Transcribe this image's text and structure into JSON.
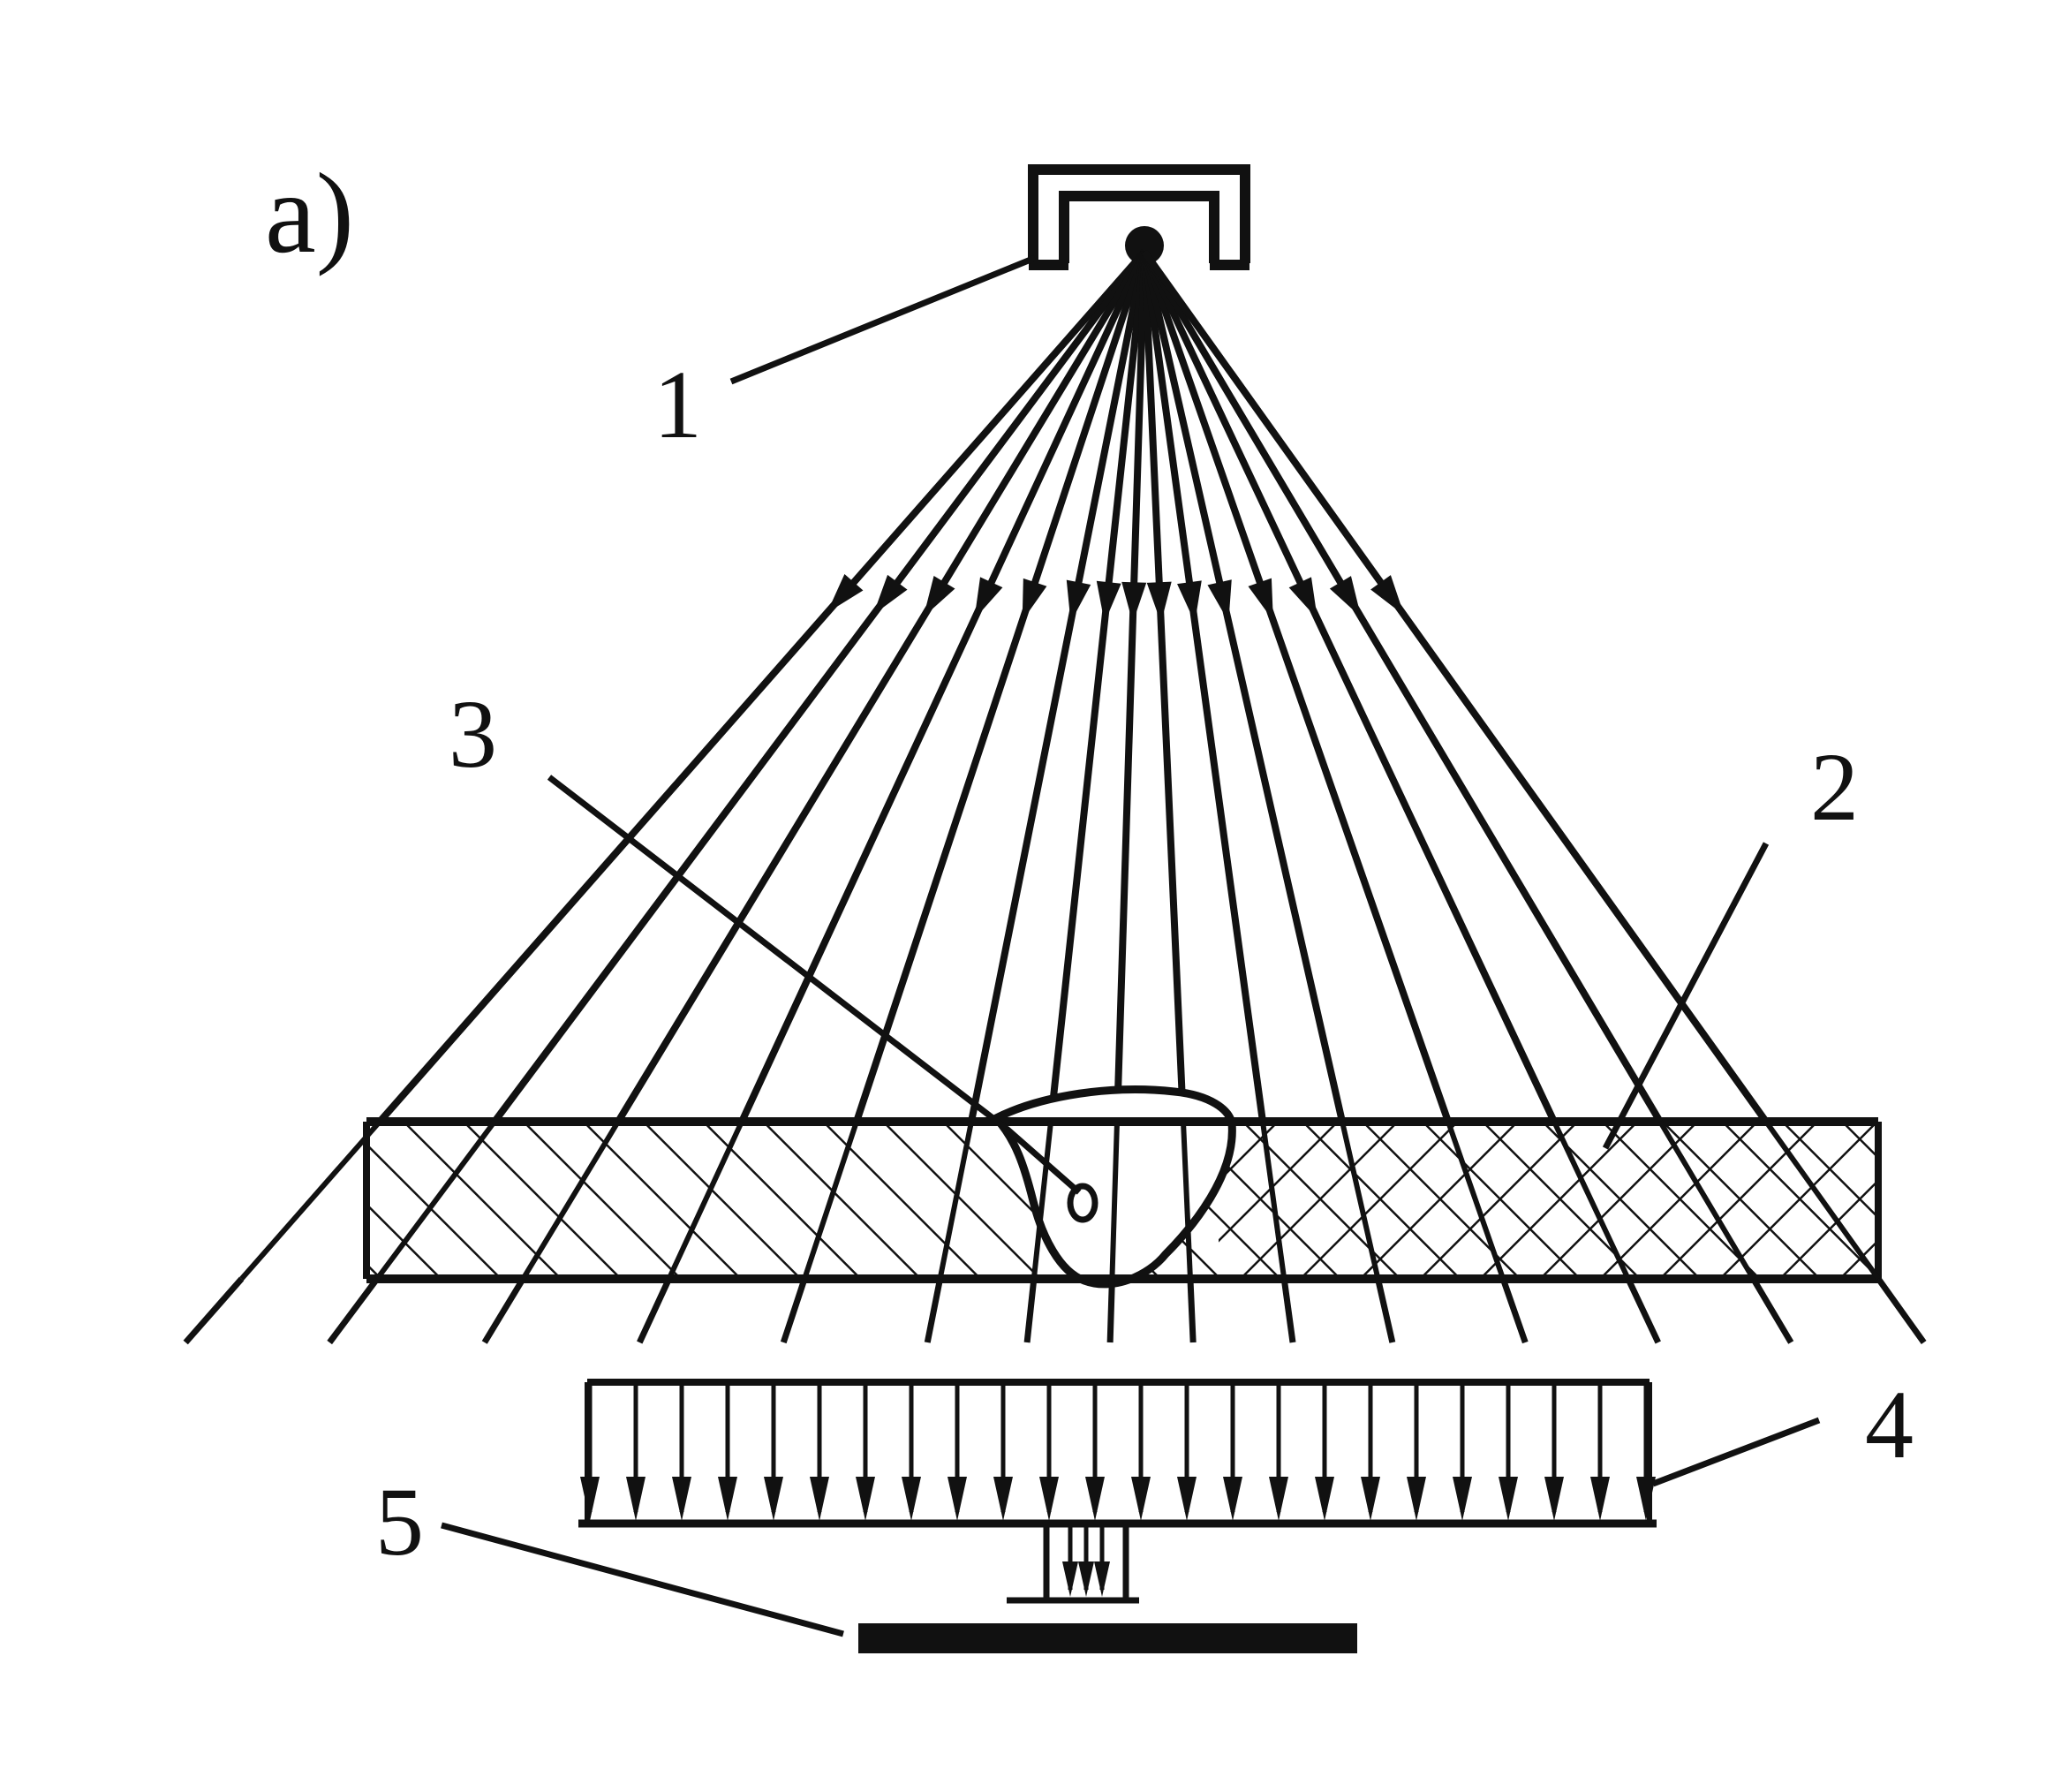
{
  "figure_label": "a)",
  "labels": {
    "source": "1",
    "weld_plate": "2",
    "defect": "3",
    "collimator": "4",
    "film": "5"
  },
  "colors": {
    "ink": "#111111",
    "background": "#ffffff"
  }
}
